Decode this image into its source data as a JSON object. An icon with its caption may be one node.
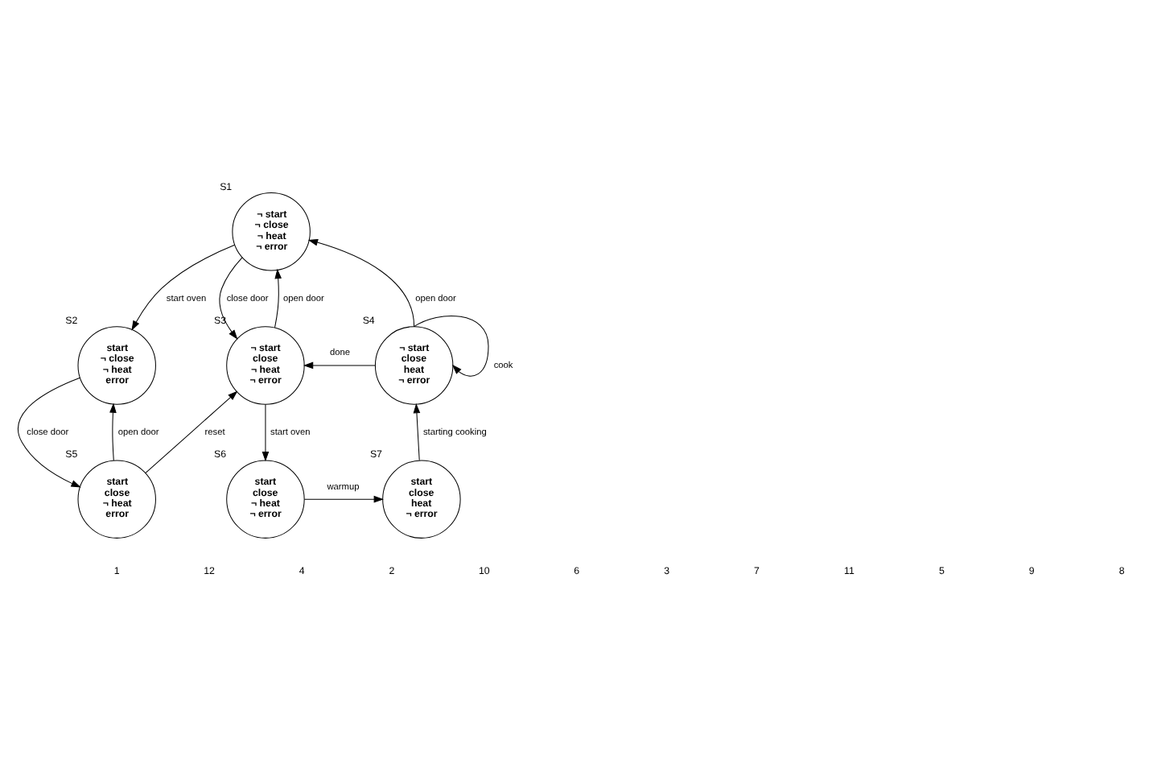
{
  "diagram": {
    "nodes": [
      {
        "text": [
          "¬ start",
          "¬ close",
          "¬ heat",
          "¬ error"
        ],
        "beside": [
          "S1"
        ]
      },
      {
        "text": [
          "start",
          "¬ close",
          "¬ heat",
          "error"
        ],
        "beside": [
          "S2"
        ]
      },
      {
        "text": [
          "¬ start",
          "close",
          "¬ heat",
          "¬ error"
        ],
        "beside": [
          "S3"
        ]
      },
      {
        "text": [
          "¬ start",
          "close",
          "heat",
          "¬ error"
        ],
        "beside": [
          "S4"
        ]
      },
      {
        "text": [
          "start",
          "close",
          "¬ heat",
          "error"
        ],
        "beside": [
          "S5"
        ]
      },
      {
        "text": [
          "start",
          "close",
          "¬ heat",
          "¬ error"
        ],
        "beside": [
          "S6"
        ]
      },
      {
        "text": [
          "start",
          "close",
          "heat",
          "¬ error"
        ],
        "beside": [
          "S7"
        ]
      }
    ],
    "edges": [
      {
        "from": 0,
        "to": 1,
        "arrow": "to",
        "label": "start oven"
      },
      {
        "from": 0,
        "to": 2,
        "arrow": "to",
        "label": "close door"
      },
      {
        "from": 1,
        "to": 4,
        "arrow": "to",
        "label": "close door"
      },
      {
        "from": 2,
        "to": 0,
        "arrow": "to",
        "label": "open door"
      },
      {
        "from": 2,
        "to": 5,
        "arrow": "to",
        "label": "start oven"
      },
      {
        "from": 4,
        "to": 1,
        "arrow": "to",
        "label": "open door"
      },
      {
        "from": 4,
        "to": 2,
        "arrow": "to",
        "label": "reset"
      },
      {
        "from": 5,
        "to": 6,
        "arrow": "to",
        "label": "warmup"
      },
      {
        "from": 6,
        "to": 3,
        "arrow": "to",
        "label": "starting cooking"
      },
      {
        "from": 3,
        "to": 3,
        "arrow": "to",
        "label": "cook"
      },
      {
        "from": 3,
        "to": 2,
        "arrow": "to",
        "label": "done"
      },
      {
        "from": 3,
        "to": 0,
        "arrow": "to",
        "label": "open door"
      }
    ],
    "labels": [
      "1",
      "12",
      "4",
      "2",
      "10",
      "6",
      "3",
      "7",
      "11",
      "5",
      "9",
      "8"
    ]
  }
}
